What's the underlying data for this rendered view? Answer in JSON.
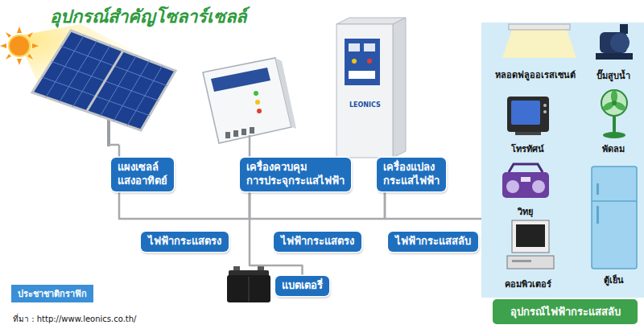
{
  "diagram": {
    "title": "อุปกรณ์สำคัญโซลาร์เซลล์",
    "nodes": [
      {
        "text": [
          "แผงเซลล์ แสงอาทิตย์"
        ]
      },
      {
        "text": [
          "เครื่องควบคุม การประจุกระแสไฟฟ้า"
        ]
      },
      {
        "text": [
          "เครื่องแปลง กระแสไฟฟ้า"
        ]
      },
      {
        "text": [
          "หลอดฟลูออเรสเซนต์",
          "ปั๊มสูบน้ำ",
          "โทรทัศน์",
          "พัดลม",
          "วิทยุ",
          "คอมพิวเตอร์",
          "ตู้เย็น"
        ]
      },
      {
        "text": [
          "แบตเตอรี่"
        ]
      },
      {
        "text": [
          "ประชาชาติกราฟิก"
        ]
      },
      {
        "text": [
          "อุปกรณ์ไฟฟ้ากระแสสลับ"
        ]
      }
    ],
    "edges": [
      {
        "from": 0,
        "to": 1,
        "arrow": "none",
        "label": "ไฟฟ้ากระแสตรง"
      },
      {
        "from": 1,
        "to": 2,
        "arrow": "none",
        "label": "ไฟฟ้ากระแสตรง"
      },
      {
        "from": 1,
        "to": 4,
        "arrow": "none"
      },
      {
        "from": 2,
        "to": 3,
        "arrow": "none",
        "label": "ไฟฟ้ากระแสสลับ"
      }
    ],
    "labels": [
      "LEONICS",
      "ที่มา : http://www.leonics.co.th/"
    ]
  }
}
